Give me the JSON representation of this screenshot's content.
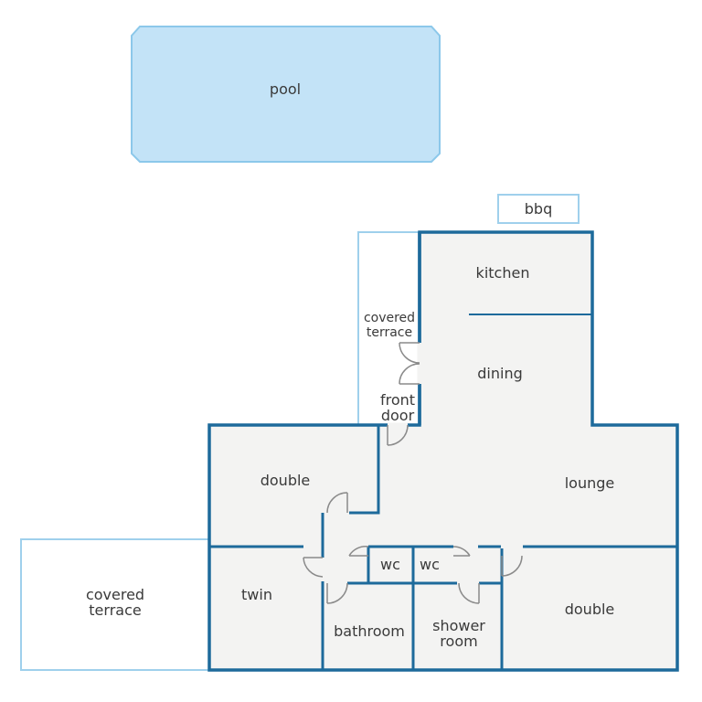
{
  "colors": {
    "wall": "#1d6a9b",
    "floor": "#f3f3f2",
    "pool_fill": "#c3e3f7",
    "pool_stroke": "#8cc8ea",
    "outdoor_outline": "#9fd0ec",
    "label": "#3a3a3a",
    "door": "#8a8a8a"
  },
  "labels": {
    "pool": "pool",
    "bbq": "bbq",
    "kitchen": "kitchen",
    "covered_terrace_top_1": "covered",
    "covered_terrace_top_2": "terrace",
    "dining": "dining",
    "front_door_1": "front",
    "front_door_2": "door",
    "double_left": "double",
    "lounge": "lounge",
    "wc_left": "wc",
    "wc_right": "wc",
    "covered_terrace_left_1": "covered",
    "covered_terrace_left_2": "terrace",
    "twin": "twin",
    "bathroom": "bathroom",
    "shower_room_1": "shower",
    "shower_room_2": "room",
    "double_right": "double"
  },
  "icons": {
    "door": "door-swing-icon"
  }
}
